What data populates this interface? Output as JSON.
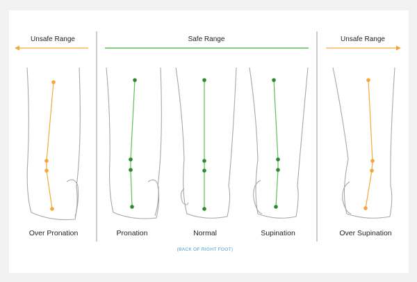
{
  "headers": {
    "left": "Unsafe Range",
    "center": "Safe Range",
    "right": "Unsafe Range"
  },
  "feet": [
    {
      "label": "Over Pronation",
      "range": "unsafe"
    },
    {
      "label": "Pronation",
      "range": "safe"
    },
    {
      "label": "Normal",
      "range": "safe"
    },
    {
      "label": "Supination",
      "range": "safe"
    },
    {
      "label": "Over Supination",
      "range": "unsafe"
    }
  ],
  "footnote": "(BACK OF RIGHT FOOT)",
  "colors": {
    "unsafe": "#f5a63a",
    "safe_line": "#5bbf5b",
    "safe_dot": "#2c8a2c",
    "outline": "#a7a7a7",
    "divider": "#9a9a9a",
    "footnote": "#3b9bd1"
  }
}
